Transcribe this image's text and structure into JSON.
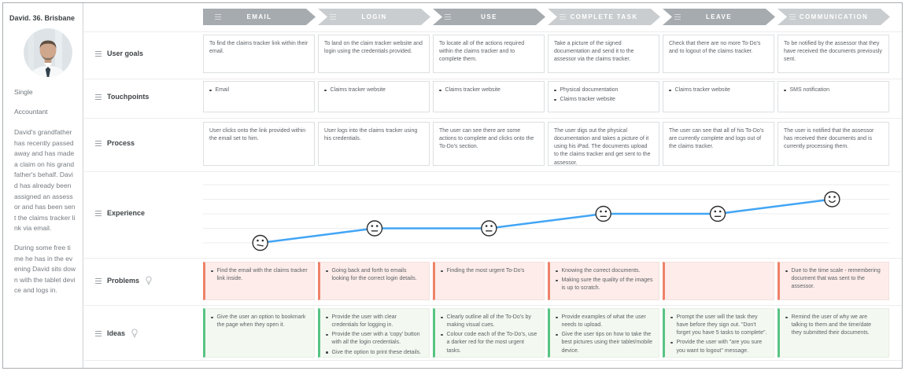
{
  "persona": {
    "title": "David. 36. Brisbane",
    "attributes": [
      "Single",
      "Accountant"
    ],
    "bio": [
      "David's grandfather has recently passed away and has made a claim on his grandfather's behalf. David has already been assigned an assessor and has been sent the claims tracker link via email.",
      "During some free time he has in the evening David sits down with the tablet device and logs in."
    ]
  },
  "stages": [
    {
      "label": "EMAIL",
      "tone": "dark"
    },
    {
      "label": "LOGIN",
      "tone": "light"
    },
    {
      "label": "USE",
      "tone": "dark"
    },
    {
      "label": "COMPLETE TASK",
      "tone": "light"
    },
    {
      "label": "LEAVE",
      "tone": "dark"
    },
    {
      "label": "COMMUNICATION",
      "tone": "light"
    }
  ],
  "rows": {
    "user_goals": {
      "label": "User goals",
      "cards": [
        "To find the claims tracker link within their email.",
        "To land on the claim tracker website and login using the credentials provided.",
        "To locate all of the actions required within the claims tracker and to complete them.",
        "Take a picture of the signed documentation and send it to the assessor via the claims tracker.",
        "Check that there are no more To-Do's and to logout of the claims tracker.",
        "To be notified by the assessor that they have received the documents previously sent."
      ]
    },
    "touchpoints": {
      "label": "Touchpoints",
      "cards": [
        [
          "Email"
        ],
        [
          "Claims tracker website"
        ],
        [
          "Claims tracker website"
        ],
        [
          "Physical documentation",
          "Claims tracker website"
        ],
        [
          "Claims tracker website"
        ],
        [
          "SMS notification"
        ]
      ]
    },
    "process": {
      "label": "Process",
      "cards": [
        "User clicks onto the link provided within the email set to him.",
        "User logs into the claims tracker using his credentials.",
        "The user can see there are some actions to complete and clicks onto the To-Do's section.",
        "The user digs out the physical documentation and takes a picture of it using his iPad. The documents upload to the claims tracker and get sent to the assessor.",
        "The user can see that all of his To-Do's are currently complete and logs out of the claims tracker.",
        "The user is notified that the assessor has received their documents and is currently processing them."
      ]
    },
    "experience": {
      "label": "Experience"
    },
    "problems": {
      "label": "Problems",
      "cards": [
        [
          "Find the email with the claims tracker link inside."
        ],
        [
          "Going back and forth to emails looking for the correct login details."
        ],
        [
          "Finding the most urgent To-Do's"
        ],
        [
          "Knowing the correct documents.",
          "Making sure the quality of the images is up to scratch."
        ],
        [],
        [
          "Due to the time scale - remembering document that was sent to the assessor."
        ]
      ]
    },
    "ideas": {
      "label": "Ideas",
      "cards": [
        [
          "Give the user an option to bookmark the page when they open it."
        ],
        [
          "Provide the user with clear credentials for logging in.",
          "Provide the user with a 'copy' button with all the login credentials.",
          "Give the option to print these details."
        ],
        [
          "Clearly outline all of the To-Do's by making visual cues.",
          "Colour code each of the To-Do's, use a darker red for the most urgent tasks."
        ],
        [
          "Provide examples of what the user needs to upload.",
          "Give the user tips on how to take the best pictures using their tablet/mobile device."
        ],
        [
          "Prompt the user will the task they have before they sign out. \"Don't forget you have 5 tasks to complete\".",
          "Provide the user with \"are you sure you want to logout\" message."
        ],
        [
          "Remind the user of why we are talking to them and the time/date they submitted their documents."
        ]
      ]
    }
  },
  "chart_data": {
    "type": "line",
    "title": "Experience",
    "categories": [
      "EMAIL",
      "LOGIN",
      "USE",
      "COMPLETE TASK",
      "LEAVE",
      "COMMUNICATION"
    ],
    "series": [
      {
        "name": "Experience",
        "values": [
          1,
          2,
          2,
          3,
          3,
          4
        ]
      }
    ],
    "point_moods": [
      "meh",
      "neutral",
      "neutral",
      "neutral",
      "neutral",
      "happy"
    ],
    "ylim": [
      0,
      5
    ],
    "gridlines": 5,
    "grid": true,
    "legend": false,
    "line_color": "#42a5f5"
  },
  "colors": {
    "stage_dark": "#a6abaf",
    "stage_light": "#cacdcf",
    "problem_bg": "#fdece9",
    "problem_accent": "#ee8168",
    "idea_bg": "#f3f9f0",
    "idea_accent": "#57c483"
  },
  "icons": {
    "drag_handle": "hamburger-lines",
    "lightbulb": "bulb-outline"
  }
}
